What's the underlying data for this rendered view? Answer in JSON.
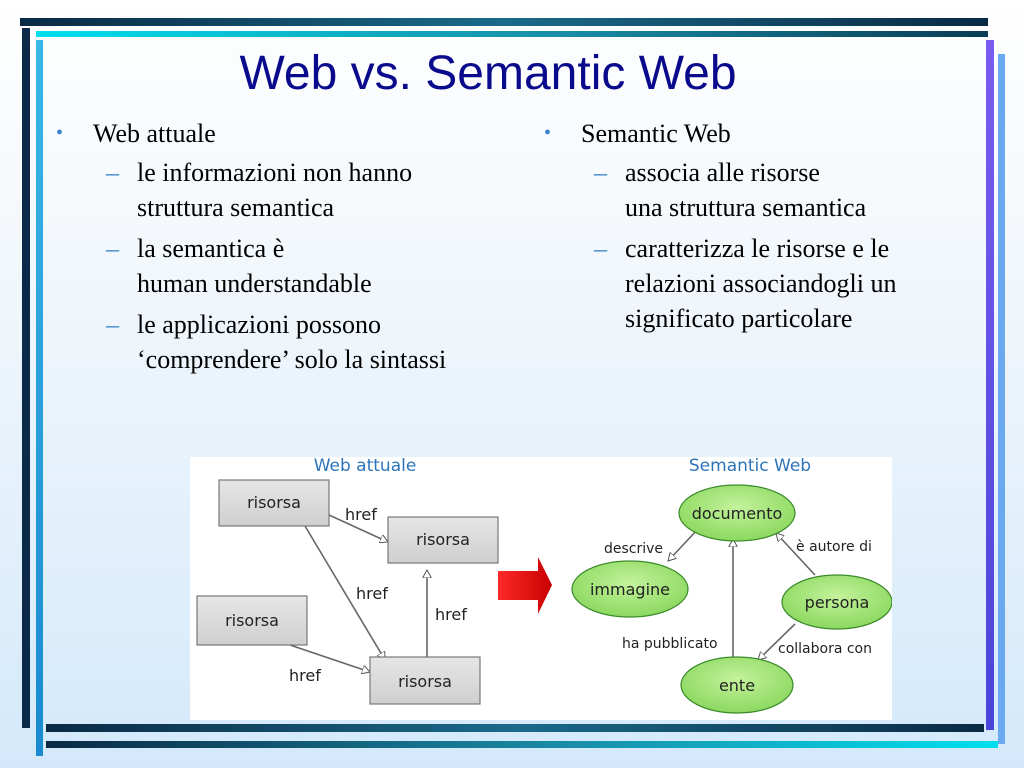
{
  "slide": {
    "title": "Web vs. Semantic Web",
    "left": {
      "heading": "Web attuale",
      "items": [
        {
          "line1": "le informazioni non hanno",
          "line2": "struttura semantica"
        },
        {
          "line1": "la semantica è",
          "line2": "human understandable"
        },
        {
          "line1": "le applicazioni possono",
          "line2": "‘comprendere’ solo la sintassi"
        }
      ]
    },
    "right": {
      "heading": "Semantic Web",
      "items": [
        {
          "line1": "associa alle risorse",
          "line2": "una struttura semantica"
        },
        {
          "line1": "caratterizza le risorse e le",
          "line2": "relazioni associandogli un",
          "line3": "significato particolare"
        }
      ]
    }
  },
  "figure": {
    "left_title": "Web attuale",
    "right_title": "Semantic Web",
    "web": {
      "nodes": [
        "risorsa",
        "risorsa",
        "risorsa",
        "risorsa"
      ],
      "links": [
        "href",
        "href",
        "href",
        "href"
      ]
    },
    "semantic": {
      "nodes": [
        "documento",
        "immagine",
        "persona",
        "ente"
      ],
      "relations": [
        "descrive",
        "è autore di",
        "ha pubblicato",
        "collabora con"
      ]
    }
  },
  "colors": {
    "title": "#0a0a8c",
    "bullet": "#3a84c9",
    "figure_title": "#2e74b9",
    "box_fill": "#d9d9d9",
    "ellipse_fill": "#a8e67a",
    "arrow_red": "#e8191c"
  }
}
